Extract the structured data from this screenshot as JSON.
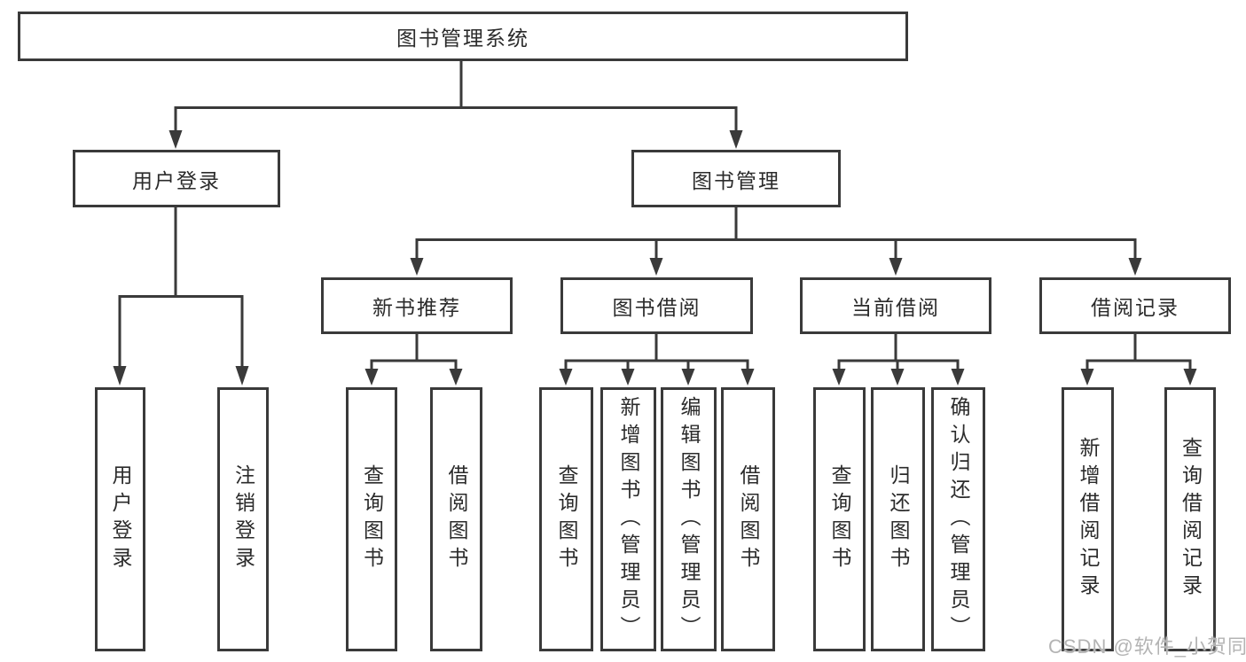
{
  "diagram_title": "图书管理系统",
  "nodes": {
    "root": "图书管理系统",
    "user_login": "用户登录",
    "book_mgmt": "图书管理",
    "new_book_rec": "新书推荐",
    "book_borrow": "图书借阅",
    "current_borrow": "当前借阅",
    "borrow_records": "借阅记录",
    "leaf_user_login": "用户登录",
    "leaf_logout": "注销登录",
    "nb_query_book": "查询图书",
    "nb_borrow_book": "借阅图书",
    "bb_query_book": "查询图书",
    "bb_add_book": "新增图书（管理员）",
    "bb_edit_book": "编辑图书（管理员）",
    "bb_borrow_book": "借阅图书",
    "cb_query_book": "查询图书",
    "cb_return_book": "归还图书",
    "cb_confirm_return": "确认归还（管理员）",
    "br_add_record": "新增借阅记录",
    "br_query_record": "查询借阅记录"
  },
  "watermark": "CSDN @软件_小贺同学",
  "colors": {
    "line": "#3a3a3a",
    "text": "#2b2b2b",
    "watermark": "#b4b4b4",
    "background": "#ffffff"
  }
}
